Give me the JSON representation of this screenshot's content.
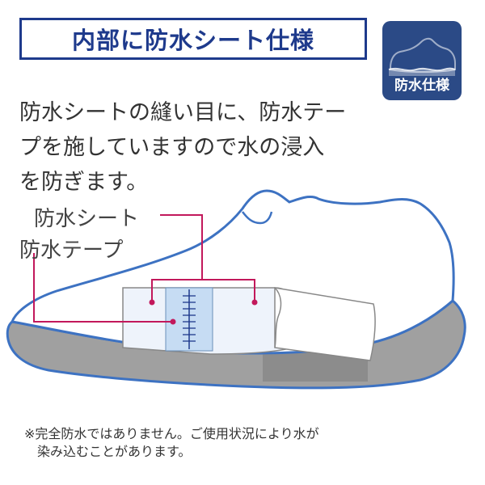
{
  "header": {
    "title": "内部に防水シート仕様"
  },
  "badge": {
    "label": "防水仕様",
    "icon": "waterproof-shoe-icon"
  },
  "description": {
    "lines": [
      "防水シートの縫い目に、防水テー",
      "プを施していますので水の浸入",
      "を防ぎます。"
    ]
  },
  "callouts": {
    "sheet": "防水シート",
    "tape": "防水テープ"
  },
  "footnote": {
    "lines": [
      "※完全防水ではありません。ご使用状況により水が",
      "染み込むことがあります。"
    ]
  },
  "colors": {
    "navy": "#1e3a8c",
    "shoe_outline": "#3d72c2",
    "sole": "#a0a0a0",
    "sheet_fill": "#eef3fb",
    "tape_fill": "#c6dcf3",
    "leader_line": "#c2185b"
  }
}
